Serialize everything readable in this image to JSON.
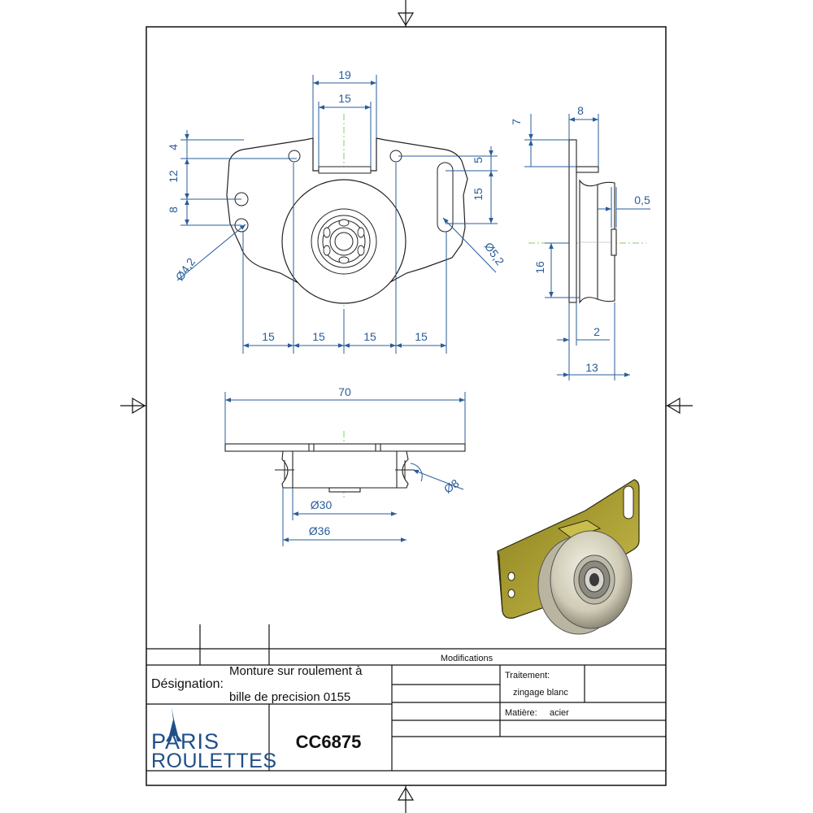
{
  "dimensions": {
    "top_view": {
      "d19": "19",
      "d15_top": "15",
      "d4": "4",
      "d12": "12",
      "d8": "8",
      "d5": "5",
      "d15_right": "15",
      "dia42": "Ø4,2",
      "dia52": "Ø5,2",
      "b1": "15",
      "b2": "15",
      "b3": "15",
      "b4": "15"
    },
    "side_view": {
      "d8": "8",
      "d7": "7",
      "d05": "0,5",
      "d16": "16",
      "d2": "2",
      "d13": "13"
    },
    "front_view": {
      "d70": "70",
      "dia8": "Ø8",
      "dia30": "Ø30",
      "dia36": "Ø36"
    }
  },
  "title_block": {
    "modifications": "Modifications",
    "designation_label": "Désignation:",
    "designation_line1": "Monture sur roulement à",
    "designation_line2": "bille de  precision 0155",
    "traitement_label": "Traitement:",
    "traitement_value": "zingage blanc",
    "matiere_label": "Matière:",
    "matiere_value": "acier",
    "reference": "CC6875",
    "logo_line1": "PARIS",
    "logo_line2": "ROULETTES"
  },
  "colors": {
    "dimension": "#2a5c9a",
    "centerline": "#7fd35a",
    "plate_3d": "#b5aa3a",
    "wheel_3d": "#d9d6c4",
    "logo": "#1f4f86"
  }
}
